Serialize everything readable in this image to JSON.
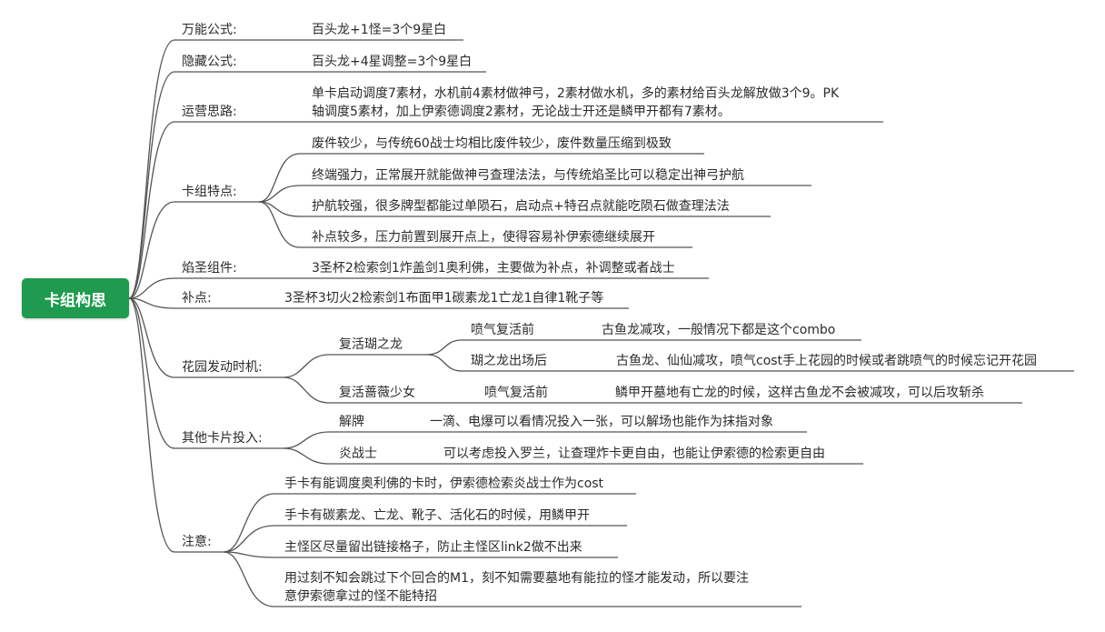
{
  "root": {
    "label": "卡组构思"
  },
  "branches": {
    "formula": {
      "label": "万能公式:",
      "detail": "百头龙+1怪=3个9星白"
    },
    "hidden": {
      "label": "隐藏公式:",
      "detail": "百头龙+4星调整=3个9星白"
    },
    "ops": {
      "label": "运营思路:",
      "line1": "单卡启动调度7素材，水机前4素材做神弓，2素材做水机，多的素材给百头龙解放做3个9。PK",
      "line2": "轴调度5素材，加上伊索德调度2素材，无论战士开还是鳞甲开都有7素材。"
    },
    "features": {
      "label": "卡组特点:",
      "items": [
        "废件较少，与传统60战士均相比废件较少，废件数量压缩到极致",
        "终端强力，正常展开就能做神弓查理法法，与传统焰圣比可以稳定出神弓护航",
        "护航较强，很多牌型都能过单陨石，启动点+特召点就能吃陨石做查理法法",
        "补点较多，压力前置到展开点上，使得容易补伊索德继续展开"
      ]
    },
    "yansheng": {
      "label": "焰圣组件:",
      "detail": "3圣杯2检索剑1炸盖剑1奥利佛，主要做为补点，补调整或者战士"
    },
    "budian": {
      "label": "补点:",
      "detail": "3圣杯3切火2检索剑1布面甲1碳素龙1亡龙1自律1靴子等"
    },
    "garden": {
      "label": "花园发动时机:",
      "sub1": {
        "label": "复活瑚之龙",
        "c1": {
          "label": "喷气复活前",
          "detail": "古鱼龙减攻，一般情况下都是这个combo"
        },
        "c2": {
          "label": "瑚之龙出场后",
          "detail": "古鱼龙、仙仙减攻，喷气cost手上花园的时候或者跳喷气的时候忘记开花园"
        }
      },
      "sub2": {
        "label": "复活蔷薇少女",
        "c1": {
          "label": "喷气复活前",
          "detail": "鳞甲开墓地有亡龙的时候，这样古鱼龙不会被减攻，可以后攻斩杀"
        }
      }
    },
    "other": {
      "label": "其他卡片投入:",
      "c1": {
        "label": "解牌",
        "detail": "一滴、电爆可以看情况投入一张，可以解场也能作为抹指对象"
      },
      "c2": {
        "label": "炎战士",
        "detail": "可以考虑投入罗兰，让查理炸卡更自由，也能让伊索德的检索更自由"
      }
    },
    "notes": {
      "label": "注意:",
      "items": [
        "手卡有能调度奥利佛的卡时，伊索德检索炎战士作为cost",
        "手卡有碳素龙、亡龙、靴子、活化石的时候，用鳞甲开",
        "主怪区尽量留出链接格子，防止主怪区link2做不出来"
      ],
      "last_line1": "用过刻不知会跳过下个回合的M1，刻不知需要墓地有能拉的怪才能发动，所以要注",
      "last_line2": "意伊索德拿过的怪不能特招"
    }
  },
  "colors": {
    "root_bg": "#1f9a4e",
    "line": "#555555",
    "text": "#2b2b2b"
  }
}
